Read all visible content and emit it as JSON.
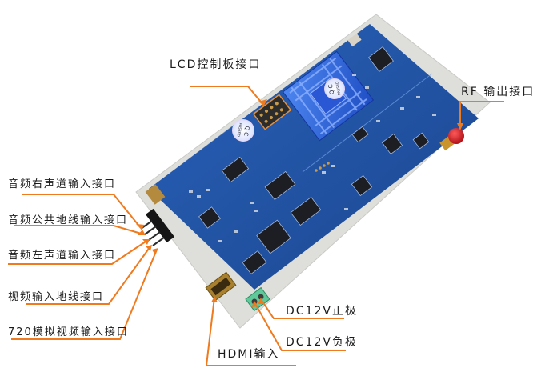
{
  "figure": {
    "subject": "Video signal board (PCB) with labeled interface connectors",
    "colors": {
      "background": "#ffffff",
      "leader_line": "#f07a1e",
      "pcb": "#1e4f9c",
      "pcb_dark": "#163c7a",
      "backing_plate": "#dcdcd8",
      "heatsink": "#2b5fd6",
      "rf_connector": "#d9141b",
      "power_terminal": "#5fc99a",
      "hdmi_port": "#b8862c",
      "chip": "#1c1c22",
      "qc_sticker": "#e9ecf7"
    },
    "stickers": [
      {
        "text_line1": "Q C",
        "text_line2": "PASSED"
      },
      {
        "text_line1": "Q C",
        "text_line2": "PASSED"
      }
    ]
  },
  "callouts": [
    {
      "id": "lcd",
      "text": "LCD控制板接口"
    },
    {
      "id": "rf",
      "text": "RF 输出接口"
    },
    {
      "id": "audio-right",
      "text": "音频右声道输入接口"
    },
    {
      "id": "audio-gnd",
      "text": "音频公共地线输入接口"
    },
    {
      "id": "audio-left",
      "text": "音频左声道输入接口"
    },
    {
      "id": "video-gnd",
      "text": "视频输入地线接口"
    },
    {
      "id": "analog-video",
      "text": "720模拟视频输入接口"
    },
    {
      "id": "hdmi",
      "text": "HDMI输入"
    },
    {
      "id": "dc-pos",
      "text": "DC12V正极"
    },
    {
      "id": "dc-neg",
      "text": "DC12V负极"
    }
  ]
}
